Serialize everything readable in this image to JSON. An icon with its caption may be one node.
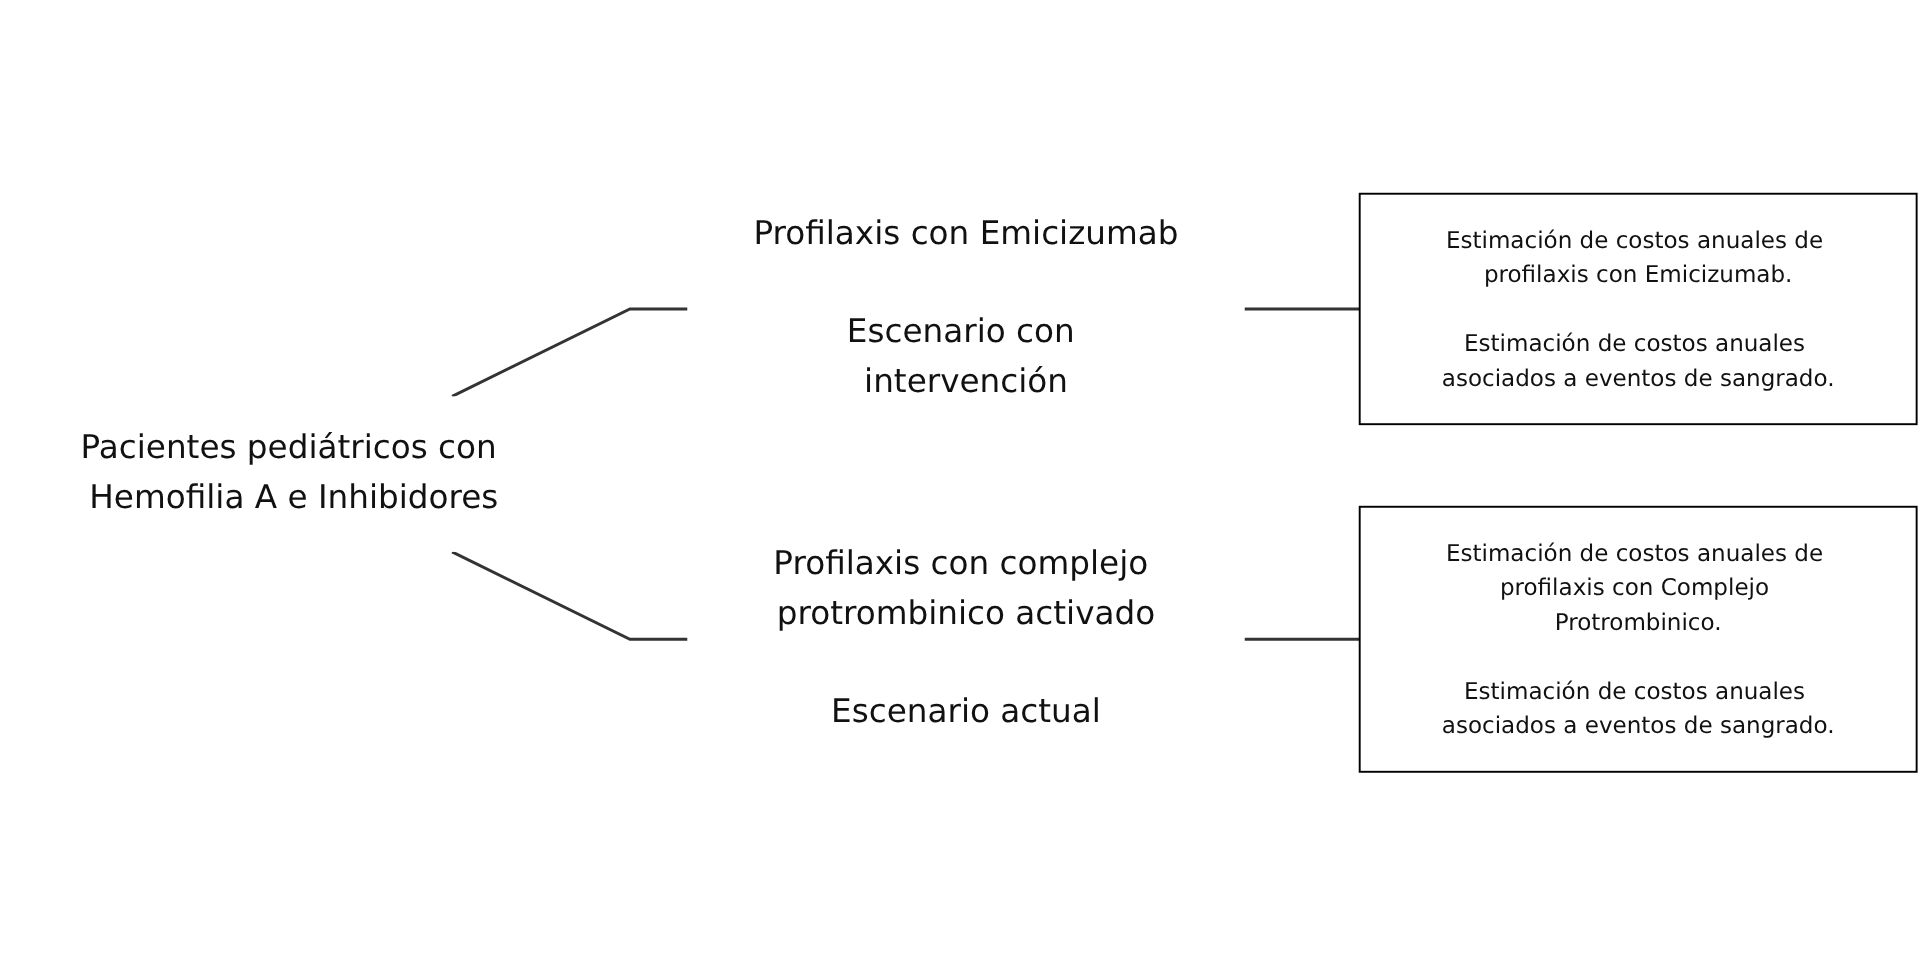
{
  "diagram": {
    "nodes": [
      {
        "text": [
          "Pacientes pediátricos con Hemofilia A e Inhibidores"
        ]
      },
      {
        "text": [
          "Profilaxis con Emicizumab",
          "Escenario con intervención"
        ]
      },
      {
        "text": [
          "Estimación de costos anuales de profilaxis con Emicizumab.",
          "Estimación de costos anuales asociados a eventos de sangrado."
        ]
      },
      {
        "text": [
          "Profilaxis con complejo protrombinico activado",
          "Escenario actual"
        ]
      },
      {
        "text": [
          "Estimación de costos anuales de profilaxis con Complejo Protrombinico.",
          "Estimación de costos anuales asociados a eventos de sangrado."
        ]
      }
    ],
    "edges": [
      {
        "from": 0,
        "to": 1,
        "arrow": "none"
      },
      {
        "from": 1,
        "to": 2,
        "arrow": "none"
      },
      {
        "from": 0,
        "to": 3,
        "arrow": "none"
      },
      {
        "from": 3,
        "to": 4,
        "arrow": "none"
      }
    ]
  }
}
